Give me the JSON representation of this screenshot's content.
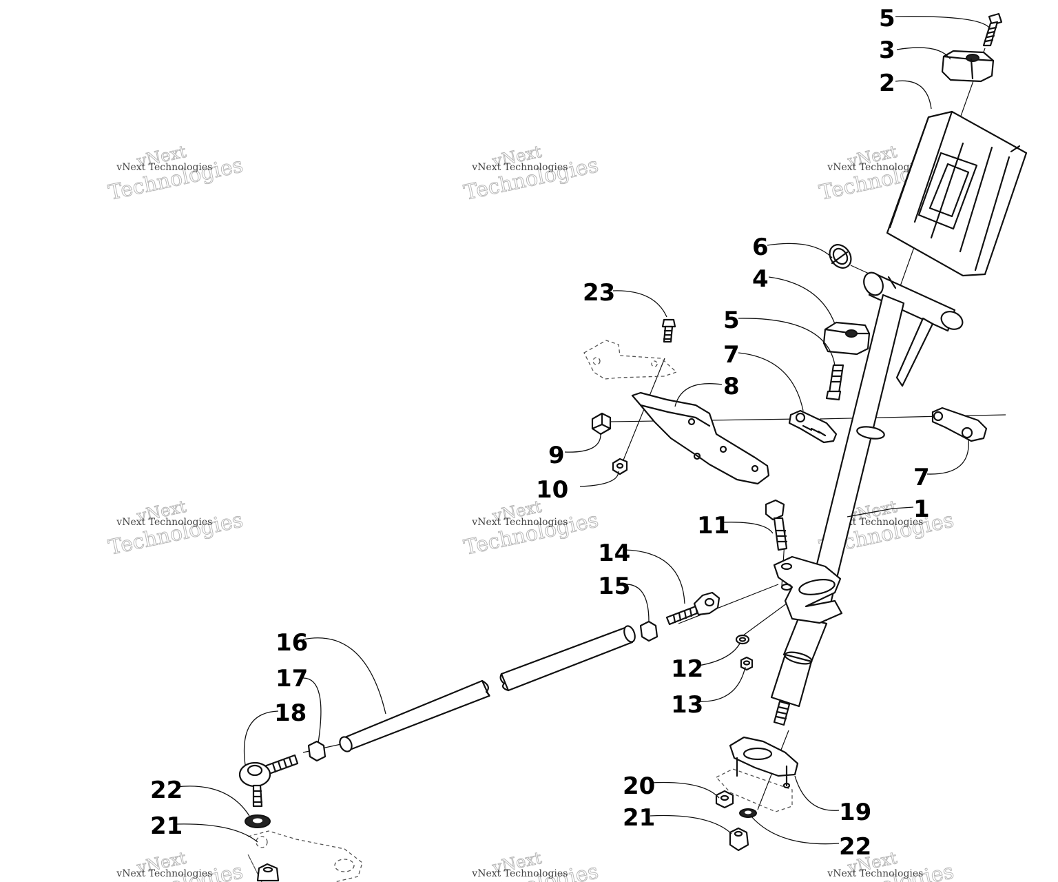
{
  "watermark": {
    "line1": "vNext",
    "line2": "Technologies",
    "small": "vNext Technologies"
  },
  "callouts": [
    {
      "id": "c5a",
      "label": "5"
    },
    {
      "id": "c3",
      "label": "3"
    },
    {
      "id": "c2",
      "label": "2"
    },
    {
      "id": "c6",
      "label": "6"
    },
    {
      "id": "c4",
      "label": "4"
    },
    {
      "id": "c23",
      "label": "23"
    },
    {
      "id": "c5b",
      "label": "5"
    },
    {
      "id": "c7a",
      "label": "7"
    },
    {
      "id": "c8",
      "label": "8"
    },
    {
      "id": "c9",
      "label": "9"
    },
    {
      "id": "c10",
      "label": "10"
    },
    {
      "id": "c7b",
      "label": "7"
    },
    {
      "id": "c1",
      "label": "1"
    },
    {
      "id": "c11",
      "label": "11"
    },
    {
      "id": "c14",
      "label": "14"
    },
    {
      "id": "c15",
      "label": "15"
    },
    {
      "id": "c16",
      "label": "16"
    },
    {
      "id": "c12",
      "label": "12"
    },
    {
      "id": "c17",
      "label": "17"
    },
    {
      "id": "c13",
      "label": "13"
    },
    {
      "id": "c18",
      "label": "18"
    },
    {
      "id": "c20",
      "label": "20"
    },
    {
      "id": "c22a",
      "label": "22"
    },
    {
      "id": "c19",
      "label": "19"
    },
    {
      "id": "c21a",
      "label": "21"
    },
    {
      "id": "c21b",
      "label": "21"
    },
    {
      "id": "c22b",
      "label": "22"
    }
  ]
}
